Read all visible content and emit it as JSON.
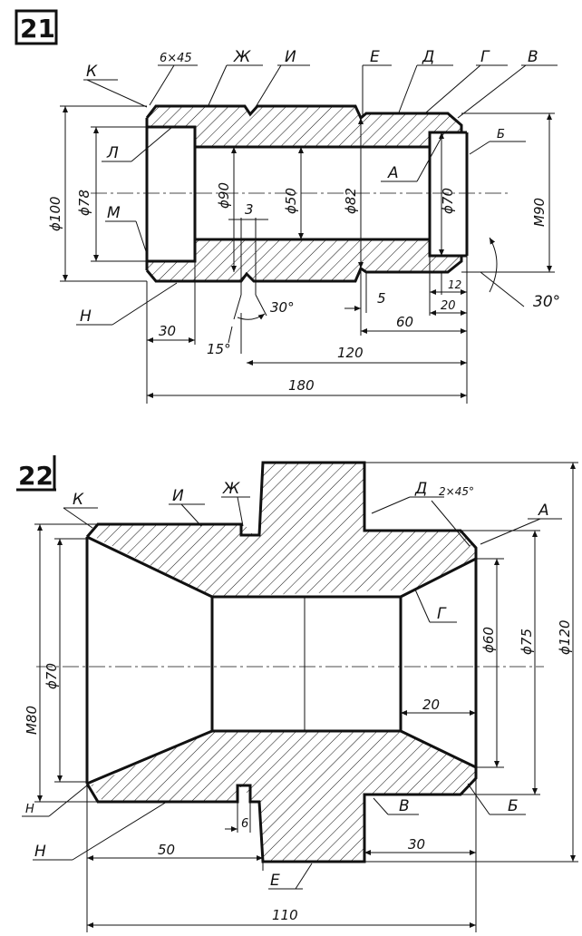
{
  "figure21": {
    "number": "21",
    "letters": [
      "К",
      "Ж",
      "И",
      "Е",
      "Д",
      "Г",
      "В",
      "Б",
      "Л",
      "А",
      "М",
      "Н"
    ],
    "chamfer": "6×45",
    "dims": {
      "d100": "ϕ100",
      "d78": "ϕ78",
      "d90": "ϕ90",
      "d50": "ϕ50",
      "d82": "ϕ82",
      "d70": "ϕ70",
      "m90": "M90",
      "w3": "3",
      "a30": "30°",
      "a15": "15°",
      "l30": "30",
      "l5": "5",
      "l60": "60",
      "l120": "120",
      "l180": "180",
      "l12": "12",
      "l20": "20",
      "a30b": "30°"
    }
  },
  "figure22": {
    "number": "22",
    "letters": [
      "К",
      "И",
      "Ж",
      "Д",
      "А",
      "Г",
      "В",
      "Б",
      "Е",
      "Н"
    ],
    "chamfer": "2×45°",
    "dims": {
      "m80": "M80",
      "d70": "ϕ70",
      "d60": "ϕ60",
      "d75": "ϕ75",
      "d120": "ϕ120",
      "l20": "20",
      "l6": "6",
      "l50": "50",
      "l30": "30",
      "l110": "110"
    }
  }
}
